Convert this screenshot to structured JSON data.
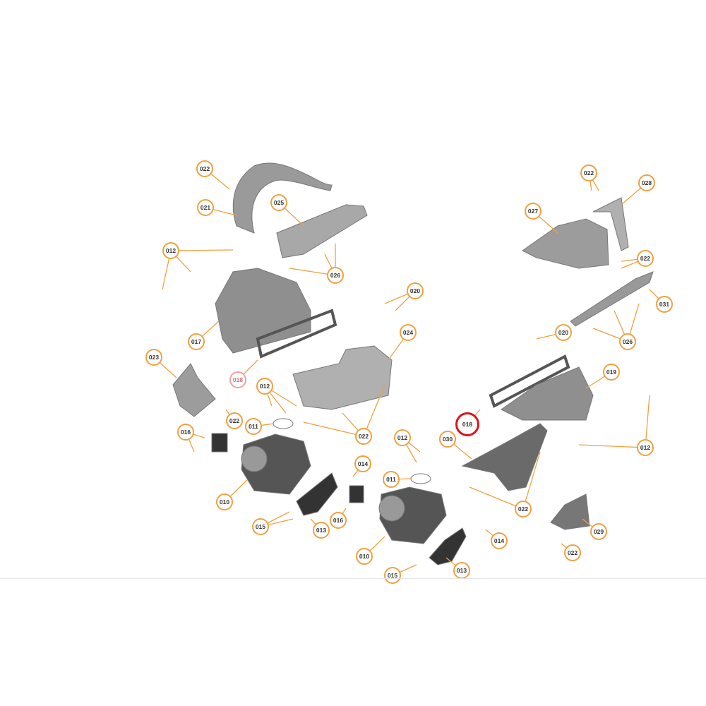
{
  "diagram": {
    "highlighted_callout": "018",
    "highlight_color": "#d8141c",
    "callout_color": "#f0a040",
    "callouts": [
      "022",
      "021",
      "025",
      "012",
      "026",
      "020",
      "017",
      "024",
      "023",
      "018",
      "012",
      "022",
      "011",
      "022",
      "016",
      "010",
      "014",
      "015",
      "013",
      "016",
      "012",
      "011",
      "010",
      "015",
      "013",
      "014",
      "030",
      "018",
      "022",
      "029",
      "022",
      "012",
      "019",
      "031",
      "026",
      "020",
      "022",
      "027",
      "022",
      "028"
    ]
  }
}
